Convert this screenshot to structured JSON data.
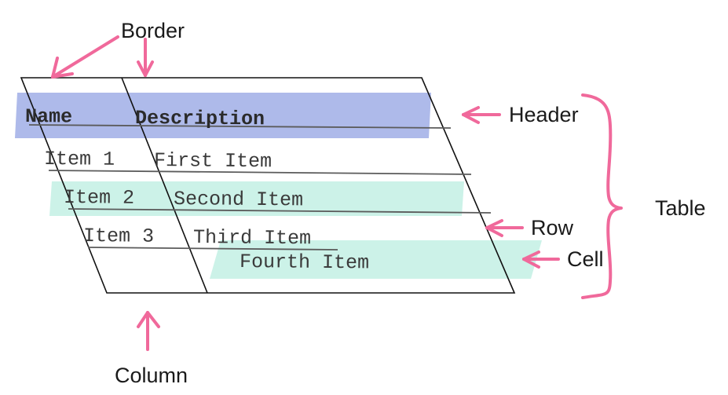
{
  "diagram": {
    "title": "HTML table anatomy diagram",
    "colors": {
      "header_band": "#aebaea",
      "cell_highlight": "#ccf2e8",
      "annotation_pink": "#f0699b",
      "border_line": "#111111",
      "row_rule": "#5b5b5b",
      "text_dark": "#3a3a3a",
      "background": "#ffffff"
    }
  },
  "table": {
    "columns": [
      {
        "header": "Name"
      },
      {
        "header": "Description"
      }
    ],
    "rows": [
      {
        "name": "Item 1",
        "description": "First Item"
      },
      {
        "name": "Item 2",
        "description": "Second Item"
      },
      {
        "name": "Item 3",
        "description": "Third Item"
      }
    ],
    "floating_cell": "Fourth Item"
  },
  "annotations": [
    {
      "id": "border",
      "label": "Border",
      "arrows": 2
    },
    {
      "id": "header",
      "label": "Header",
      "arrows": 1
    },
    {
      "id": "row",
      "label": "Row",
      "arrows": 1
    },
    {
      "id": "cell",
      "label": "Cell",
      "arrows": 1
    },
    {
      "id": "table",
      "label": "Table",
      "arrows": 0
    },
    {
      "id": "column",
      "label": "Column",
      "arrows": 1
    }
  ]
}
